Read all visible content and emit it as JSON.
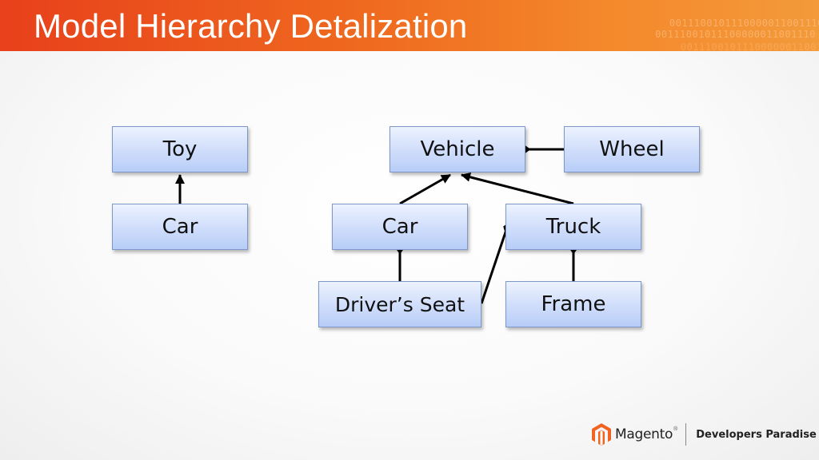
{
  "slide": {
    "title": "Model Hierarchy Detalization",
    "header_colors": [
      "#e8401b",
      "#f4892c"
    ],
    "header_binary": [
      "0011100101110000011001110",
      "00111001011100000011001110",
      "0011100101110000001100111"
    ]
  },
  "diagram": {
    "nodes": [
      {
        "id": "toy",
        "label": "Toy"
      },
      {
        "id": "car1",
        "label": "Car"
      },
      {
        "id": "vehicle",
        "label": "Vehicle"
      },
      {
        "id": "wheel",
        "label": "Wheel"
      },
      {
        "id": "car2",
        "label": "Car"
      },
      {
        "id": "truck",
        "label": "Truck"
      },
      {
        "id": "seat",
        "label": "Driver’s Seat"
      },
      {
        "id": "frame",
        "label": "Frame"
      }
    ],
    "edges": [
      {
        "from": "car1",
        "to": "toy",
        "kind": "inheritance"
      },
      {
        "from": "car2",
        "to": "vehicle",
        "kind": "inheritance"
      },
      {
        "from": "truck",
        "to": "vehicle",
        "kind": "inheritance"
      },
      {
        "from": "wheel",
        "to": "vehicle",
        "kind": "composition"
      },
      {
        "from": "seat",
        "to": "car2",
        "kind": "composition"
      },
      {
        "from": "seat",
        "to": "truck",
        "kind": "composition"
      },
      {
        "from": "frame",
        "to": "truck",
        "kind": "composition"
      }
    ],
    "node_fill": "#cfddfb",
    "node_border": "#7d97c8"
  },
  "footer": {
    "brand": "Magento",
    "reg": "®",
    "tagline": "Developers Paradise",
    "logo_color": "#f26322"
  }
}
